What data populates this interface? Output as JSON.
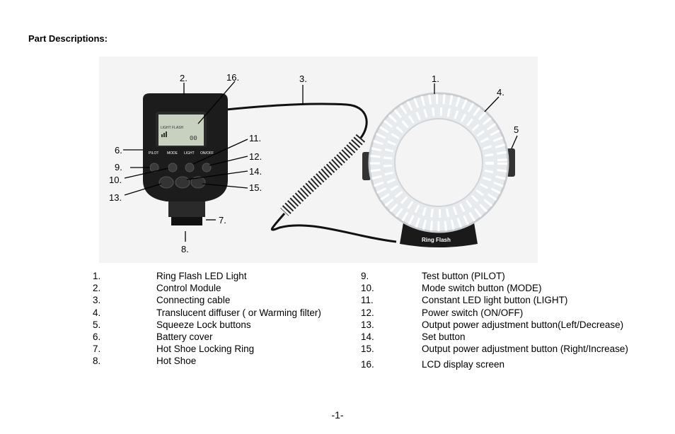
{
  "heading": "Part Descriptions:",
  "figure": {
    "lcd_line1": "LIGHT FLASH",
    "lcd_value": "00",
    "button_labels": [
      "PILOT",
      "MODE",
      "LIGHT",
      "ON/OFF"
    ],
    "ring_label": "Ring Flash",
    "callouts": [
      "1.",
      "2.",
      "3.",
      "4.",
      "5",
      "6.",
      "7.",
      "8.",
      "9.",
      "10.",
      "11.",
      "12.",
      "13.",
      "14.",
      "15.",
      "16."
    ]
  },
  "parts_left": [
    {
      "num": "1.",
      "desc": "Ring Flash LED Light"
    },
    {
      "num": "2.",
      "desc": "Control Module"
    },
    {
      "num": "3.",
      "desc": "Connecting cable"
    },
    {
      "num": "4.",
      "desc": "Translucent diffuser ( or Warming filter)"
    },
    {
      "num": "5.",
      "desc": "Squeeze Lock buttons"
    },
    {
      "num": "6.",
      "desc": "Battery cover"
    },
    {
      "num": "7.",
      "desc": "Hot Shoe Locking Ring"
    },
    {
      "num": "8.",
      "desc": "Hot Shoe"
    }
  ],
  "parts_right": [
    {
      "num": "9.",
      "desc": "Test button (PILOT)"
    },
    {
      "num": "10.",
      "desc": "Mode switch button (MODE)"
    },
    {
      "num": "11.",
      "desc": "Constant LED light button (LIGHT)"
    },
    {
      "num": "12.",
      "desc": "Power switch (ON/OFF)"
    },
    {
      "num": "13.",
      "desc": "Output power adjustment button(Left/Decrease)"
    },
    {
      "num": "14.",
      "desc": "Set button"
    },
    {
      "num": "15.",
      "desc": "Output power adjustment button (Right/Increase)"
    },
    {
      "num": "16.",
      "desc": "LCD display screen"
    }
  ],
  "page_number": "-1-"
}
